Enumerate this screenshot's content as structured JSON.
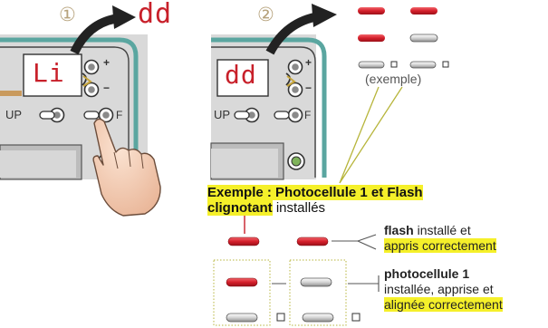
{
  "steps": {
    "step1_marker": "①",
    "step1_display": "dd",
    "step1_panel_display": "Li",
    "step2_marker": "②",
    "step2_panel_display": "dd"
  },
  "panel": {
    "plus_sign": "+",
    "minus_sign": "−",
    "up_label": "UP",
    "f_label": "F"
  },
  "legend_top": {
    "example_label": "(exemple)"
  },
  "caption": {
    "line1": "Exemple : Photocellule 1 et Flash",
    "line2_bold": "clignotant",
    "line2_rest": " installés"
  },
  "annotations": {
    "flash_bold": "flash",
    "flash_rest": " installé et",
    "flash_line2": "appris correctement",
    "photo_bold": "photocellule 1",
    "photo_line2": "installée, apprise et",
    "photo_line3": "alignée correctement"
  },
  "colors": {
    "led_on": "#d41f2b",
    "led_off": "#c9c9c9",
    "panel_border": "#5aa6a0",
    "highlight": "#f5f02a",
    "callout_line": "#b7b53b"
  }
}
